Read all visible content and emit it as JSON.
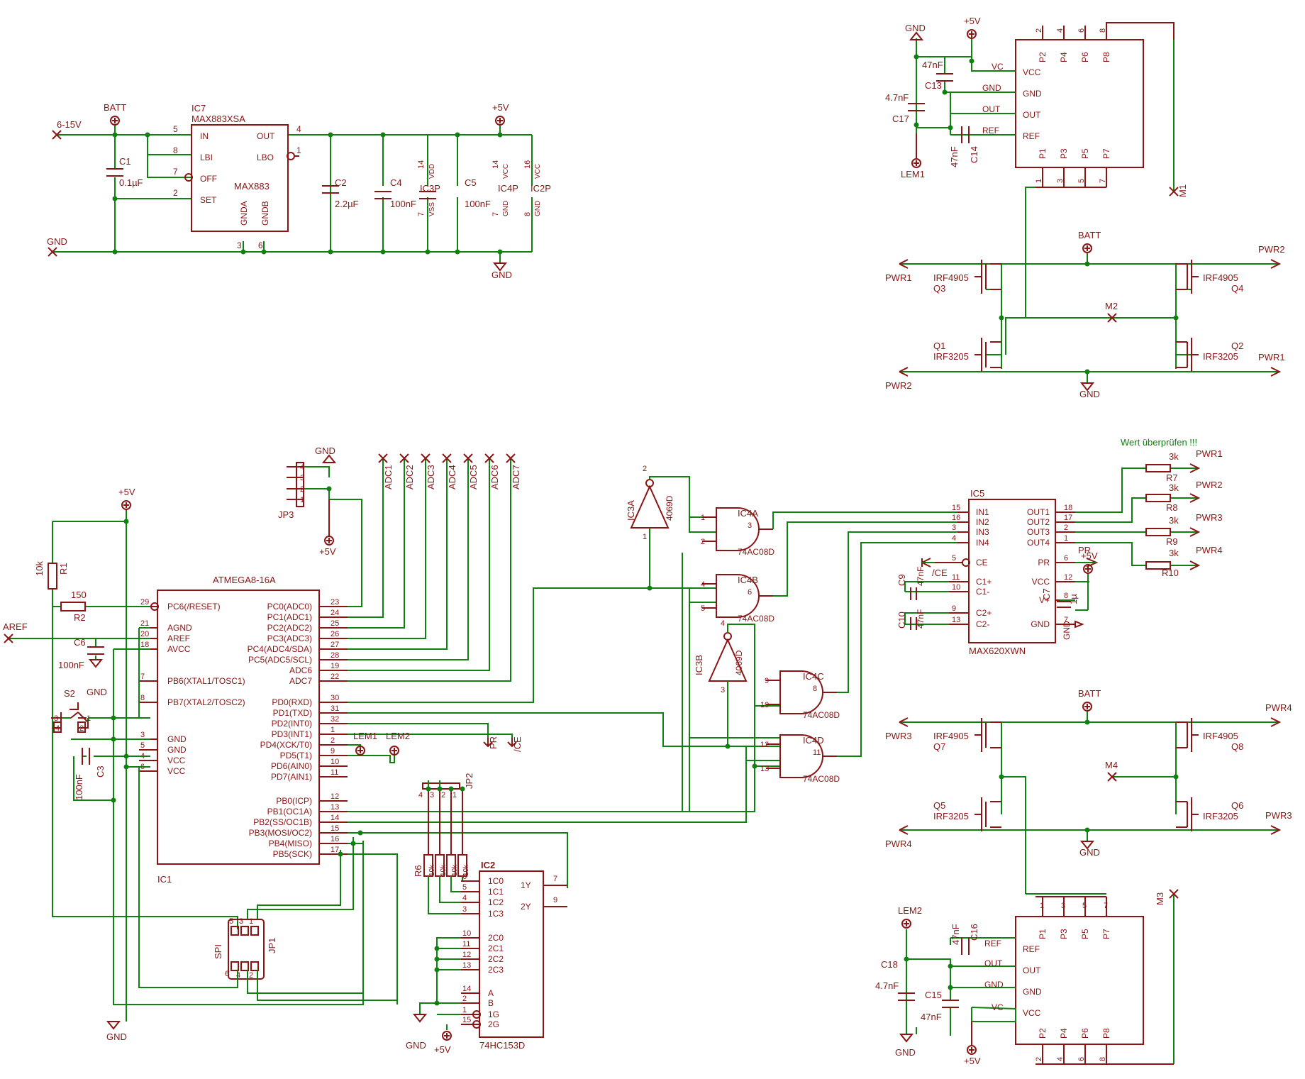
{
  "power": {
    "in_net": "6-15V",
    "batt_sym": "BATT",
    "gnd_net": "GND",
    "vcc_sym": "+5V",
    "c1": "C1",
    "c1_val": "0.1µF",
    "ic7": "IC7",
    "ic7_part": "MAX883XSA",
    "ic7_body": "MAX883",
    "ic7_pins": [
      "IN",
      "LBI",
      "OFF",
      "SET",
      "OUT",
      "LBO",
      "GNDA",
      "GNDB"
    ],
    "ic7_pin_numbers": [
      "5",
      "8",
      "7",
      "2",
      "4",
      "1",
      "3",
      "6"
    ],
    "c2": "C2",
    "c2_val": "2.2µF",
    "c4": "C4",
    "c4_val": "100nF",
    "c5": "C5",
    "c5_val": "100nF",
    "ic3p": "IC3P",
    "ic4p": "IC4P",
    "ic2p": "IC2P",
    "vdd": "VDD",
    "vss": "VSS",
    "vcc": "VCC",
    "gnd_pin": "GND",
    "pp": [
      "14",
      "7",
      "14",
      "7",
      "16",
      "8"
    ]
  },
  "h1": {
    "gnd": "GND",
    "vcc": "+5V",
    "lem": "LEM1",
    "c13": "C13",
    "c13_val": "47nF",
    "c17": "C17",
    "c17_val": "4.7nF",
    "c14": "C14",
    "c14_val": "47nF",
    "left_pins": [
      "VC",
      "GND",
      "OUT",
      "REF"
    ],
    "inner_left": [
      "VCC",
      "GND",
      "OUT",
      "REF"
    ],
    "top_pins": [
      "P2",
      "P4",
      "P6",
      "P8"
    ],
    "top_nums": [
      "2",
      "4",
      "6",
      "8"
    ],
    "bot_pins": [
      "P1",
      "P3",
      "P5",
      "P7"
    ],
    "bot_nums": [
      "1",
      "3",
      "5",
      "7"
    ],
    "motor": "M1"
  },
  "br1": {
    "batt": "BATT",
    "gnd": "GND",
    "motor": "M2",
    "nets": [
      "PWR1",
      "PWR2",
      "PWR2",
      "PWR1"
    ],
    "q3": "Q3",
    "q3_val": "IRF4905",
    "q4": "Q4",
    "q4_val": "IRF4905",
    "q1": "Q1",
    "q1_val": "IRF3205",
    "q2": "Q2",
    "q2_val": "IRF3205"
  },
  "br2": {
    "batt": "BATT",
    "gnd": "GND",
    "motor": "M4",
    "nets": [
      "PWR3",
      "PWR4",
      "PWR4",
      "PWR3"
    ],
    "q7": "Q7",
    "q7_val": "IRF4905",
    "q8": "Q8",
    "q8_val": "IRF4905",
    "q5": "Q5",
    "q5_val": "IRF3205",
    "q6": "Q6",
    "q6_val": "IRF3205"
  },
  "h2": {
    "gnd": "GND",
    "vcc": "+5V",
    "lem": "LEM2",
    "c16": "C16",
    "c16_val": "47nF",
    "c18": "C18",
    "c18_val": "4.7nF",
    "c15": "C15",
    "c15_val": "47nF",
    "left_pins": [
      "REF",
      "OUT",
      "GND",
      "VC"
    ],
    "inner_left": [
      "REF",
      "OUT",
      "GND",
      "VCC"
    ],
    "top_pins": [
      "P1",
      "P3",
      "P5",
      "P7"
    ],
    "top_nums": [
      "1",
      "3",
      "5",
      "7"
    ],
    "bot_pins": [
      "P2",
      "P4",
      "P6",
      "P8"
    ],
    "bot_nums": [
      "2",
      "4",
      "6",
      "8"
    ],
    "motor": "M3"
  },
  "mcu": {
    "name": "ATMEGA8-16A",
    "ref": "IC1",
    "left_pins": [
      "PC6(/RESET)",
      "AGND",
      "AREF",
      "AVCC",
      "PB6(XTAL1/TOSC1)",
      "PB7(XTAL2/TOSC2)",
      "GND",
      "GND",
      "VCC",
      "VCC"
    ],
    "left_nums": [
      "29",
      "21",
      "20",
      "18",
      "7",
      "8",
      "3",
      "5",
      "4",
      "6"
    ],
    "right_pins": [
      "PC0(ADC0)",
      "PC1(ADC1)",
      "PC2(ADC2)",
      "PC3(ADC3)",
      "PC4(ADC4/SDA)",
      "PC5(ADC5/SCL)",
      "ADC6",
      "ADC7",
      "PD0(RXD)",
      "PD1(TXD)",
      "PD2(INT0)",
      "PD3(INT1)",
      "PD4(XCK/T0)",
      "PD5(T1)",
      "PD6(AIN0)",
      "PD7(AIN1)",
      "PB0(ICP)",
      "PB1(OC1A)",
      "PB2(SS/OC1B)",
      "PB3(MOSI/OC2)",
      "PB4(MISO)",
      "PB5(SCK)"
    ],
    "right_nums": [
      "23",
      "24",
      "25",
      "26",
      "27",
      "28",
      "19",
      "22",
      "30",
      "31",
      "32",
      "1",
      "2",
      "9",
      "10",
      "11",
      "12",
      "13",
      "14",
      "15",
      "16",
      "17"
    ]
  },
  "left": {
    "vcc": "+5V",
    "r1": "R1",
    "r1_val": "10k",
    "r2": "R2",
    "r2_val": "150",
    "aref": "AREF",
    "c6": "C6",
    "c6_val": "100nF",
    "gnd": "GND",
    "s2": "S2",
    "s2_pins": [
      "3",
      "4",
      "1",
      "2"
    ],
    "c3": "C3",
    "c3_val": "100nF",
    "gnd2": "GND",
    "spi": "SPI",
    "jp1": "JP1",
    "jp1_pins": [
      "5",
      "3",
      "1",
      "6",
      "4",
      "2"
    ]
  },
  "adc_labels": [
    "ADC1",
    "ADC2",
    "ADC3",
    "ADC4",
    "ADC5",
    "ADC6",
    "ADC7"
  ],
  "jp3": {
    "ref": "JP3",
    "gnd": "GND",
    "vcc": "+5V",
    "pins": [
      "4",
      "3",
      "2",
      "1"
    ]
  },
  "mid": {
    "pr": "PR",
    "ce": "/CE",
    "lem1": "LEM1",
    "lem2": "LEM2",
    "jp2": "JP2",
    "jp2_pins": [
      "4",
      "3",
      "2",
      "1"
    ],
    "r6": "R6",
    "r6_vals": [
      "10k",
      "10k",
      "10k",
      "10k"
    ],
    "gnd": "GND",
    "vcc": "+5V"
  },
  "mux": {
    "ref": "IC2",
    "part": "74HC153D",
    "left_pins": [
      "1C0",
      "1C1",
      "1C2",
      "1C3",
      "2C0",
      "2C1",
      "2C2",
      "2C3",
      "A",
      "B",
      "1G",
      "2G"
    ],
    "left_nums": [
      "6",
      "5",
      "4",
      "3",
      "10",
      "11",
      "12",
      "13",
      "14",
      "2",
      "1",
      "15"
    ],
    "right_pins": [
      "1Y",
      "2Y"
    ],
    "right_nums": [
      "7",
      "9"
    ]
  },
  "logic": {
    "ic3a": "IC3A",
    "ic3b": "IC3B",
    "inv": "4069D",
    "inv_pins": [
      "2",
      "1",
      "4",
      "3"
    ],
    "ic4a": "IC4A",
    "ic4b": "IC4B",
    "ic4c": "IC4C",
    "ic4d": "IC4D",
    "and": "74AC08D",
    "and_pins": [
      "1",
      "2",
      "3",
      "4",
      "5",
      "6",
      "9",
      "10",
      "8",
      "12",
      "13",
      "11"
    ]
  },
  "drv": {
    "ref": "IC5",
    "part": "MAX620XWN",
    "left_pins": [
      "IN1",
      "IN2",
      "IN3",
      "IN4",
      "CE",
      "C1+",
      "C1-",
      "C2+",
      "C2-"
    ],
    "left_nums": [
      "15",
      "16",
      "3",
      "4",
      "5",
      "11",
      "10",
      "9",
      "13"
    ],
    "right_pins": [
      "OUT1",
      "OUT2",
      "OUT3",
      "OUT4",
      "PR",
      "VCC",
      "V+",
      "GND"
    ],
    "right_nums": [
      "18",
      "17",
      "2",
      "1",
      "6",
      "12",
      "8",
      "7"
    ],
    "note": "Wert überprüfen !!!",
    "res": [
      "R7",
      "R8",
      "R9",
      "R10"
    ],
    "res_val": "3k",
    "outs": [
      "PWR1",
      "PWR2",
      "PWR3",
      "PWR4"
    ],
    "pr": "PR",
    "ce": "/CE",
    "vcc": "+5V",
    "gnd": "GND",
    "c9": "C9",
    "c9_val": "47nF",
    "c10": "C10",
    "c10_val": "47nF",
    "c7": "C7",
    "c7_val": "1µ"
  }
}
